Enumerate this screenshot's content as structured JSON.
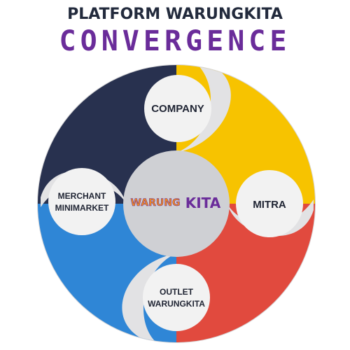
{
  "header": {
    "title_line1": "PLATFORM WARUNGKITA",
    "title_line2": "CONVERGENCE"
  },
  "center": {
    "logo_part1": "WARUNG",
    "logo_part2": "KITA"
  },
  "segments": [
    {
      "label_line1": "COMPANY",
      "label_line2": "",
      "color": "#28314f"
    },
    {
      "label_line1": "MITRA",
      "label_line2": "",
      "color": "#f7c300"
    },
    {
      "label_line1": "OUTLET",
      "label_line2": "WARUNGKITA",
      "color": "#e14a3e"
    },
    {
      "label_line1": "MERCHANT",
      "label_line2": "MINIMARKET",
      "color": "#2f86d6"
    }
  ],
  "colors": {
    "title_dark": "#222a3c",
    "title_purple": "#6a2c9a",
    "logo_orange": "#f28c1e",
    "logo_purple": "#6a2c9a",
    "hub_gray": "#cfd0d4",
    "node_fill": "#f2f2f2"
  }
}
